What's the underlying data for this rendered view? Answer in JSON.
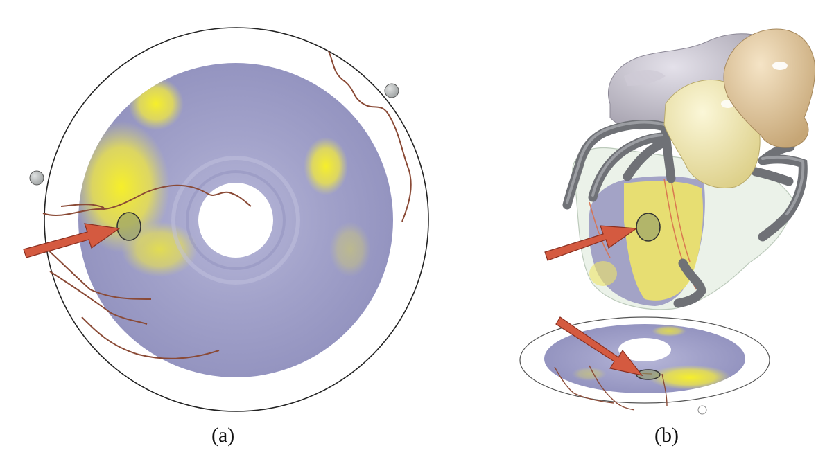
{
  "panels": [
    {
      "id": "a",
      "caption": "(a)"
    },
    {
      "id": "b",
      "caption": "(b)"
    }
  ],
  "colors": {
    "tissue": "#9c9cc6",
    "hotspot": "#f1ea2c",
    "vessel_line": "#8a4a36",
    "arrow": "#d45a40",
    "marker": "#b9bcbc",
    "artery_tube": "#7a7c80",
    "atrium_tan": "#d9bf96",
    "atrium_yellow": "#eee7aa",
    "heart_shell": "#dde8d8",
    "heart_top": "#bcb8c2"
  }
}
